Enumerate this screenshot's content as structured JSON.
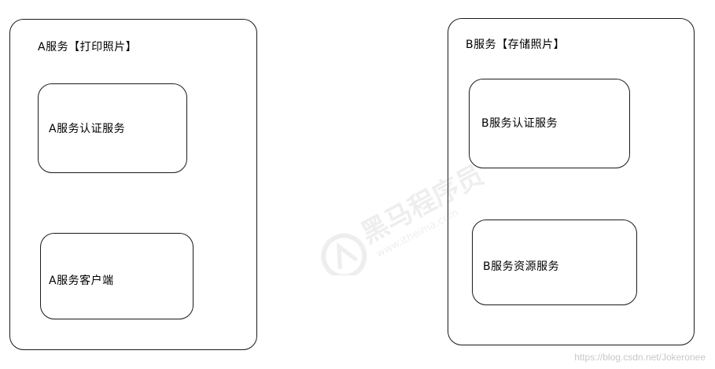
{
  "diagram": {
    "service_a": {
      "title": "A服务【打印照片】",
      "auth": "A服务认证服务",
      "client": "A服务客户端"
    },
    "service_b": {
      "title": "B服务【存储照片】",
      "auth": "B服务认证服务",
      "resource": "B服务资源服务"
    }
  },
  "watermark": {
    "logo_text": "黑马程序员",
    "logo_url_text": "www.itheima.com",
    "footer": "https://blog.csdn.net/Jokeronee"
  },
  "colors": {
    "stroke": "#1a1a1a",
    "watermark": "#c8c8c8"
  }
}
